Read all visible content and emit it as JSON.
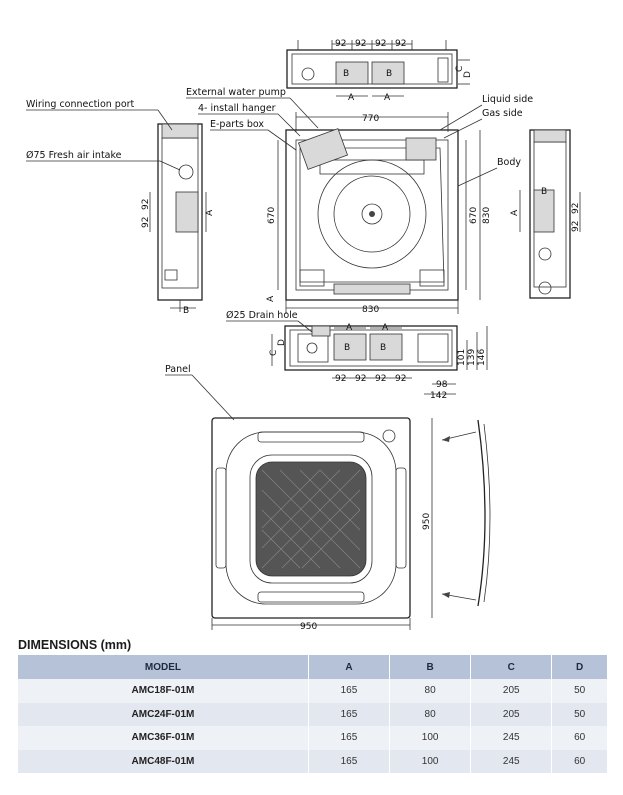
{
  "labels": {
    "wiring_port": "Wiring connection port",
    "fresh_air": "Ø75 Fresh air intake",
    "water_pump": "External water pump",
    "hanger": "4- install hanger",
    "eparts": "E-parts box",
    "liquid": "Liquid side",
    "gas": "Gas side",
    "body": "Body",
    "drain": "Ø25 Drain hole",
    "panel": "Panel"
  },
  "dims": {
    "d770": "770",
    "d670": "670",
    "d830": "830",
    "d950": "950",
    "d92": "92",
    "d101": "101",
    "d139": "139",
    "d146": "146",
    "d98": "98",
    "d142": "142",
    "a": "A",
    "b": "B",
    "c": "C",
    "d": "D"
  },
  "table": {
    "title": "DIMENSIONS (mm)",
    "headers": [
      "MODEL",
      "A",
      "B",
      "C",
      "D"
    ],
    "rows": [
      [
        "AMC18F-01M",
        "165",
        "80",
        "205",
        "50"
      ],
      [
        "AMC24F-01M",
        "165",
        "80",
        "205",
        "50"
      ],
      [
        "AMC36F-01M",
        "165",
        "100",
        "245",
        "60"
      ],
      [
        "AMC48F-01M",
        "165",
        "100",
        "245",
        "60"
      ]
    ]
  }
}
